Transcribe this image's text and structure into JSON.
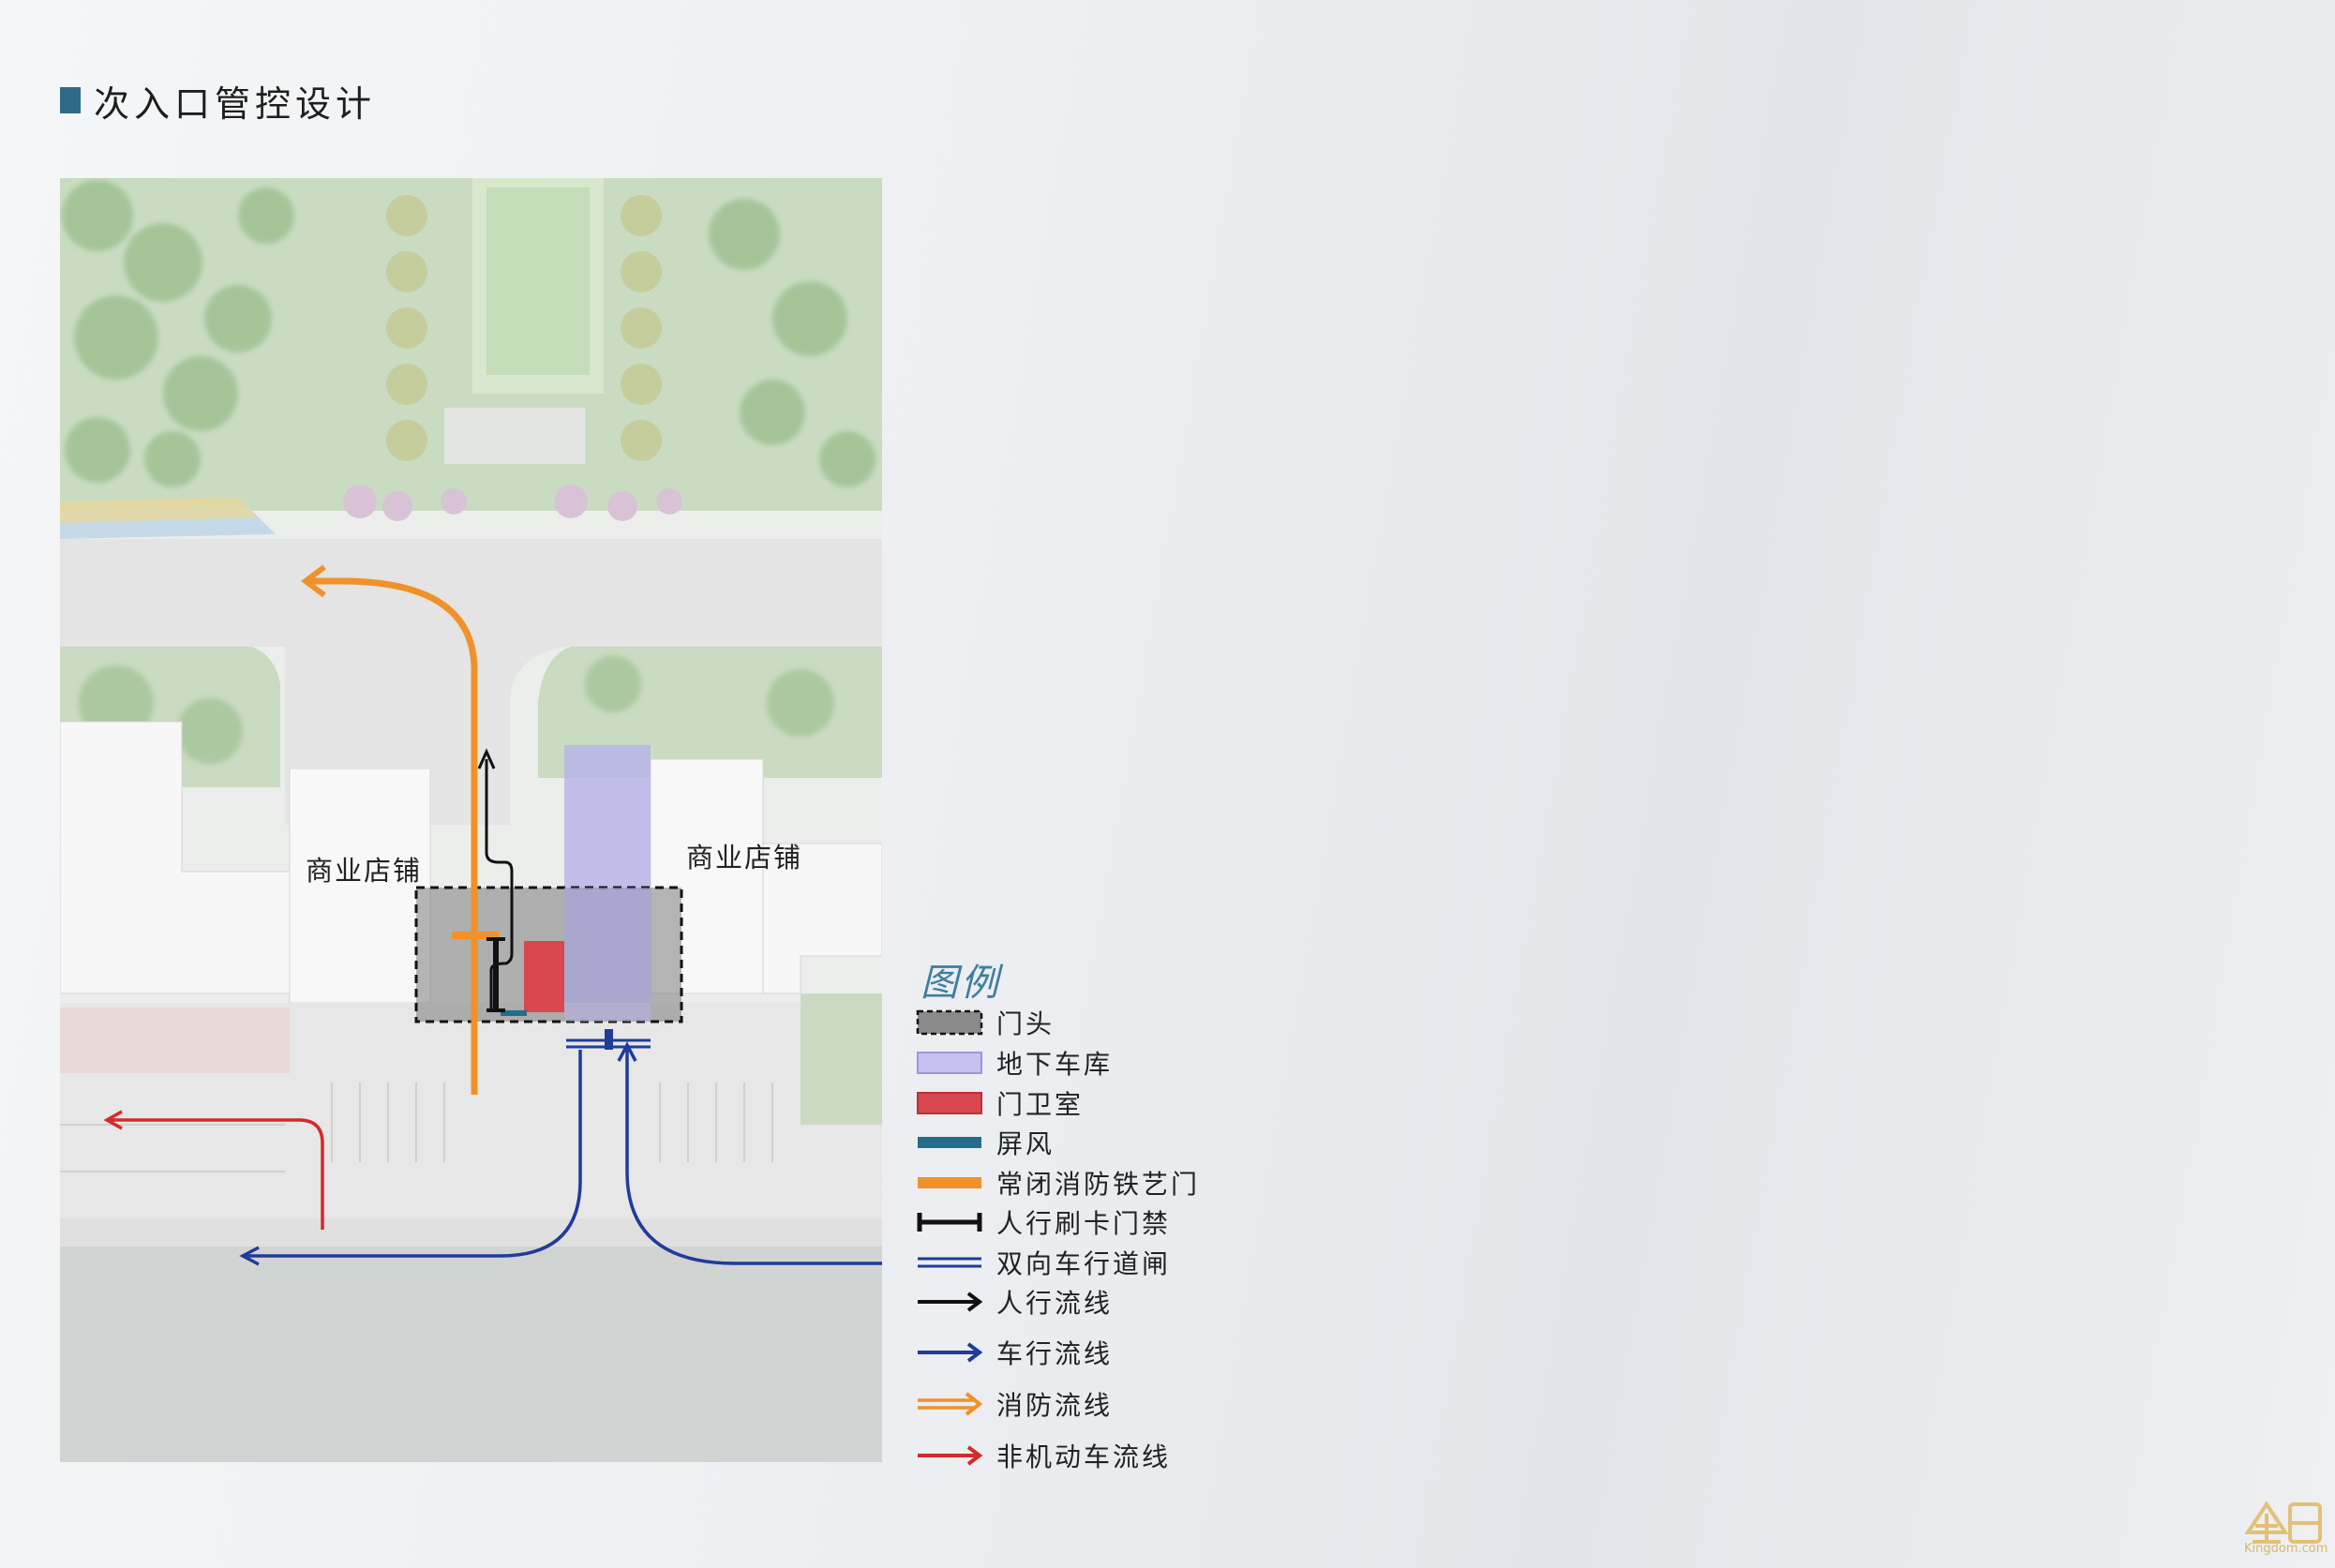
{
  "page": {
    "title": "次入口管控设计",
    "accent_color": "#2f6b86"
  },
  "plan": {
    "store_left": "商业店铺",
    "store_right": "商业店铺"
  },
  "legend": {
    "title": "图例",
    "items": [
      {
        "label": "门头",
        "symbol": "dashed-box",
        "color": "#555555"
      },
      {
        "label": "地下车库",
        "symbol": "box",
        "color": "#b7b3ea"
      },
      {
        "label": "门卫室",
        "symbol": "box",
        "color": "#d9474f"
      },
      {
        "label": "屏风",
        "symbol": "bar",
        "color": "#236d8c"
      },
      {
        "label": "常闭消防铁艺门",
        "symbol": "bar",
        "color": "#f0912b"
      },
      {
        "label": "人行刷卡门禁",
        "symbol": "i-beam",
        "color": "#111111"
      },
      {
        "label": "双向车行道闸",
        "symbol": "double-line",
        "color": "#1f3c9a"
      },
      {
        "label": "人行流线",
        "symbol": "arrow",
        "color": "#111111"
      },
      {
        "label": "车行流线",
        "symbol": "arrow",
        "color": "#1f3c9a"
      },
      {
        "label": "消防流线",
        "symbol": "double-arrow",
        "color": "#f0912b"
      },
      {
        "label": "非机动车流线",
        "symbol": "arrow",
        "color": "#d42a2a"
      }
    ]
  },
  "watermark": {
    "text": "Kingdom.com"
  }
}
